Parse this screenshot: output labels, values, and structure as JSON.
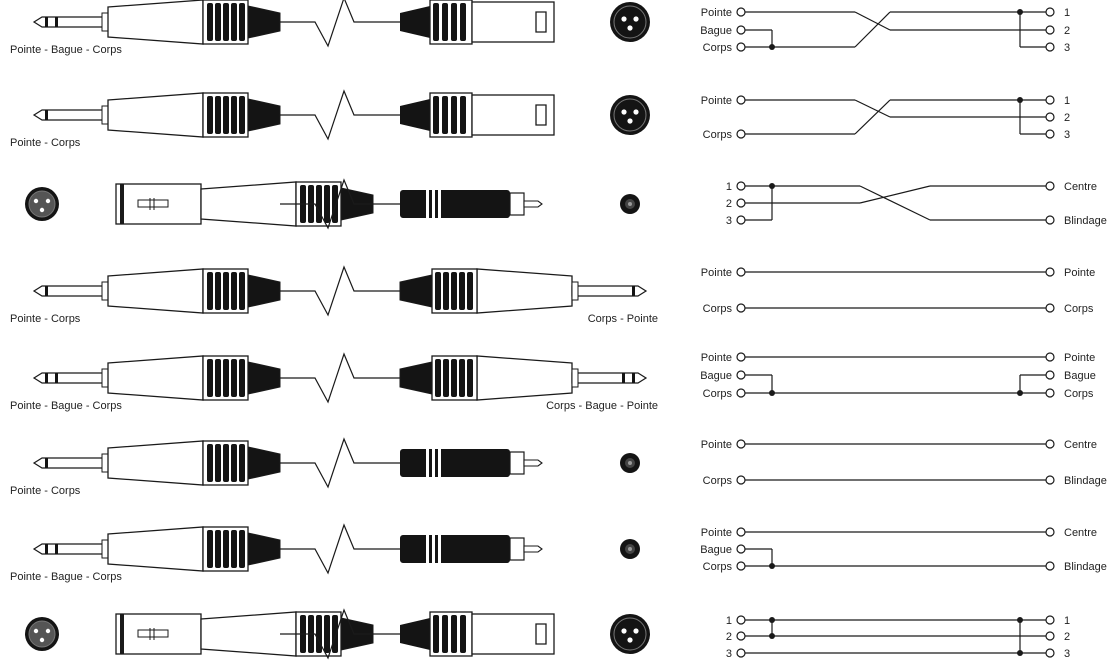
{
  "rows": [
    {
      "left": {
        "kind": "trs",
        "label": "Pointe - Bague - Corps"
      },
      "right": {
        "kind": "xlr_male",
        "label": ""
      },
      "wiring": {
        "left_labels": [
          "Pointe",
          "Bague",
          "Corps"
        ],
        "right_labels": [
          "1",
          "2",
          "3"
        ]
      }
    },
    {
      "left": {
        "kind": "ts",
        "label": "Pointe - Corps"
      },
      "right": {
        "kind": "xlr_male",
        "label": ""
      },
      "wiring": {
        "left_labels": [
          "Pointe",
          "Corps"
        ],
        "right_labels": [
          "1",
          "2",
          "3"
        ]
      }
    },
    {
      "left": {
        "kind": "xlr_female",
        "label": ""
      },
      "right": {
        "kind": "rca",
        "label": ""
      },
      "wiring": {
        "left_labels": [
          "1",
          "2",
          "3"
        ],
        "right_labels": [
          "Centre",
          "Blindage"
        ]
      }
    },
    {
      "left": {
        "kind": "ts",
        "label": "Pointe - Corps"
      },
      "right": {
        "kind": "ts",
        "label": "Corps - Pointe"
      },
      "wiring": {
        "left_labels": [
          "Pointe",
          "Corps"
        ],
        "right_labels": [
          "Pointe",
          "Corps"
        ]
      }
    },
    {
      "left": {
        "kind": "trs",
        "label": "Pointe - Bague - Corps"
      },
      "right": {
        "kind": "trs",
        "label": "Corps - Bague - Pointe"
      },
      "wiring": {
        "left_labels": [
          "Pointe",
          "Bague",
          "Corps"
        ],
        "right_labels": [
          "Pointe",
          "Bague",
          "Corps"
        ]
      }
    },
    {
      "left": {
        "kind": "ts",
        "label": "Pointe - Corps"
      },
      "right": {
        "kind": "rca",
        "label": ""
      },
      "wiring": {
        "left_labels": [
          "Pointe",
          "Corps"
        ],
        "right_labels": [
          "Centre",
          "Blindage"
        ]
      }
    },
    {
      "left": {
        "kind": "trs",
        "label": "Pointe - Bague - Corps"
      },
      "right": {
        "kind": "rca",
        "label": ""
      },
      "wiring": {
        "left_labels": [
          "Pointe",
          "Bague",
          "Corps"
        ],
        "right_labels": [
          "Centre",
          "Blindage"
        ]
      }
    },
    {
      "left": {
        "kind": "xlr_female",
        "label": ""
      },
      "right": {
        "kind": "xlr_male",
        "label": ""
      },
      "wiring": {
        "left_labels": [
          "1",
          "2",
          "3"
        ],
        "right_labels": [
          "1",
          "2",
          "3"
        ]
      }
    }
  ],
  "colors": {
    "ink": "#1a1a1a",
    "paper": "#ffffff",
    "grip": "#141414"
  }
}
